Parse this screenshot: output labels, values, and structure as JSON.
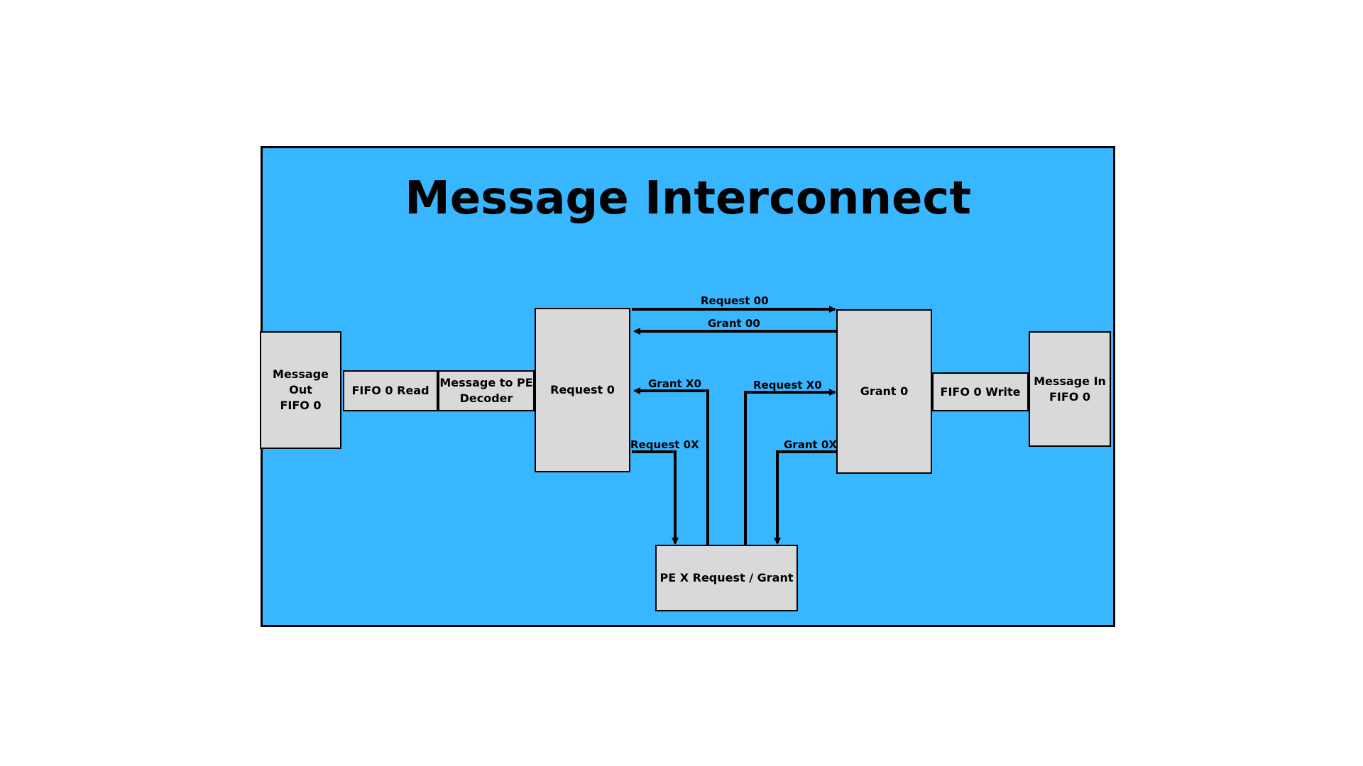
{
  "title": "Message Interconnect",
  "colors": {
    "background": "#38b6ff",
    "box_fill": "#d9d9d9",
    "line": "#000000"
  },
  "blocks": {
    "message_out_fifo": "Message Out\nFIFO 0",
    "fifo_read": "FIFO 0 Read",
    "message_to_pe_decoder": "Message to PE\nDecoder",
    "request": "Request 0",
    "grant": "Grant 0",
    "fifo_write": "FIFO 0 Write",
    "message_in_fifo": "Message In\nFIFO 0",
    "pe_request_grant": "PE X Request / Grant"
  },
  "signals": {
    "request_00": "Request 00",
    "grant_00": "Grant 00",
    "grant_x0": "Grant X0",
    "request_x0": "Request X0",
    "request_0x": "Request 0X",
    "grant_0x": "Grant 0X"
  },
  "connections": [
    {
      "from": "Request 0",
      "to": "Grant 0",
      "label": "Request 00"
    },
    {
      "from": "Grant 0",
      "to": "Request 0",
      "label": "Grant 00"
    },
    {
      "from": "PE X Request / Grant",
      "to": "Request 0",
      "label": "Grant X0"
    },
    {
      "from": "PE X Request / Grant",
      "to": "Grant 0",
      "label": "Request X0"
    },
    {
      "from": "Request 0",
      "to": "PE X Request / Grant",
      "label": "Request 0X"
    },
    {
      "from": "Grant 0",
      "to": "PE X Request / Grant",
      "label": "Grant 0X"
    }
  ]
}
